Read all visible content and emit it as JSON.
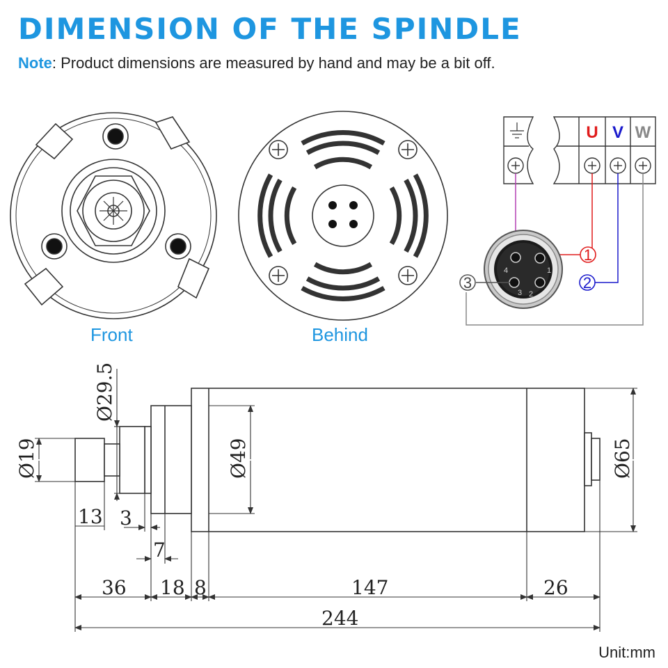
{
  "header": {
    "title": "DIMENSION OF THE SPINDLE",
    "note_label": "Note",
    "note_text": ": Product dimensions are measured by hand and may be a bit off."
  },
  "views": {
    "front_label": "Front",
    "behind_label": "Behind"
  },
  "wiring": {
    "terminals": [
      "U",
      "V",
      "W"
    ],
    "pins": [
      "1",
      "2",
      "3"
    ],
    "connector_pin_marks": [
      "4",
      "1",
      "3",
      "2"
    ],
    "colors": {
      "ground": "#b23fb3",
      "U": "#e01b1b",
      "V": "#1a1acc",
      "W": "#888888",
      "pin3": "#555555"
    },
    "ground_icon": "ground-icon"
  },
  "dimensions": {
    "d29_5": "Ø29.5",
    "d19": "Ø19",
    "d49": "Ø49",
    "d65": "Ø65",
    "l13": "13",
    "l3": "3",
    "l7": "7",
    "l36": "36",
    "l18": "18",
    "l8": "8",
    "l147": "147",
    "l26": "26",
    "l244": "244"
  },
  "unit": "Unit:mm",
  "colors": {
    "accent": "#1e96e0",
    "line": "#333333"
  }
}
